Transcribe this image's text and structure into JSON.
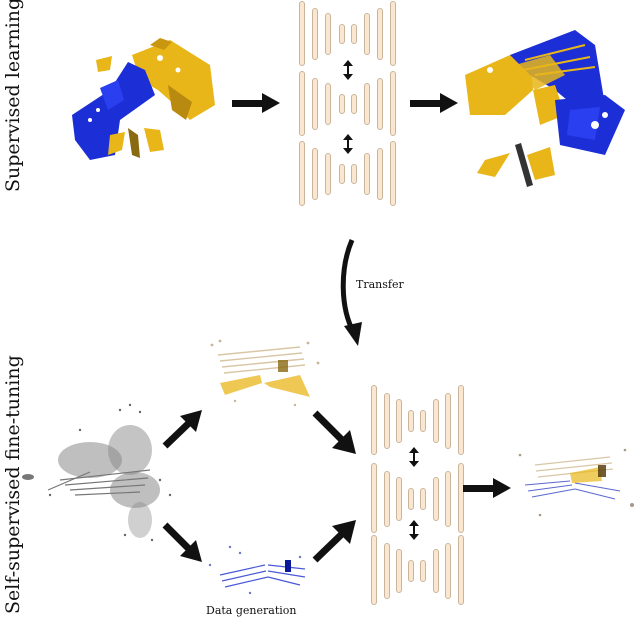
{
  "figure": {
    "rows": [
      {
        "label": "Supervised learning",
        "stages": [
          "input-mesh",
          "network",
          "output-mesh"
        ]
      },
      {
        "label": "Self-supervised fine-tuning",
        "stages": [
          "raw-lidar-scan",
          "generated-pair",
          "network",
          "fused-prediction"
        ]
      }
    ],
    "transfer_label": "Transfer",
    "data_generation_label": "Data generation",
    "network": {
      "blocks_per_network": 3,
      "bars_per_block": 8,
      "bar_color": "#fbe7cf",
      "bar_border": "#c9b49c",
      "connector": "double-headed-arrow"
    },
    "colors": {
      "yellow": "#e8b619",
      "blue": "#1c2fd6",
      "gray_points": "#7a7a7a",
      "arrow": "#111111"
    }
  }
}
